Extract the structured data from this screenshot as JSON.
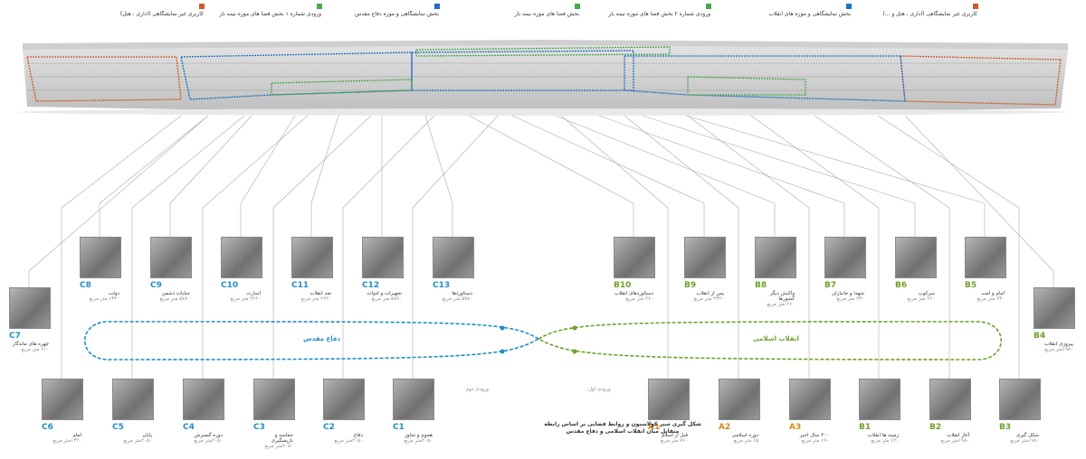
{
  "legend": [
    {
      "text": "کاربری غیر نمایشگاهی (اداری ، هتل)",
      "color": "#d0582a"
    },
    {
      "text": "ورودی شماره ۱ بخش فضا های موزه نیمه باز",
      "color": "#4aa84a"
    },
    {
      "text": "بخش نمایشگاهی و موزه دفاع مقدس",
      "color": "#1f6fc4"
    },
    {
      "text": "بخش فضا های موزه نیمه باز",
      "color": "#4aa84a"
    },
    {
      "text": "ورودی شماره ۲ بخش فضا های موزه نیمه باز",
      "color": "#4aa84a"
    },
    {
      "text": "بخش نمایشگاهی و موزه های انقلاب",
      "color": "#1f6fc4"
    },
    {
      "text": "کاربری غیر نمایشگاهی (اداری ، هتل و ...)",
      "color": "#d0582a"
    }
  ],
  "top_row": [
    {
      "code": "C8",
      "title": "دولت",
      "area": "۱۳۲۰ متر مربع"
    },
    {
      "code": "C9",
      "title": "جنایات دشمن",
      "area": "۵۷۸۰ متر مربع"
    },
    {
      "code": "C10",
      "title": "اسارت",
      "area": "۲۲۶۰ متر مربع"
    },
    {
      "code": "C11",
      "title": "ضد انقلاب",
      "area": "۲۶۲۰ متر مربع"
    },
    {
      "code": "C12",
      "title": "تجهیزات و ادوات",
      "area": "۵۷۸۰ متر مربع"
    },
    {
      "code": "C13",
      "title": "دستاوردها",
      "area": "۵۷۸۰ متر مربع"
    },
    {
      "code": "B10",
      "title": "دستاوردهای انقلاب",
      "area": "۲۶۰ متر مربع"
    },
    {
      "code": "B9",
      "title": "پس از انقلاب",
      "area": "۲۳۲۰ متر مربع"
    },
    {
      "code": "B8",
      "title": "واکنش دیگر کشورها",
      "area": "۲۶۰ متر مربع"
    },
    {
      "code": "B7",
      "title": "شهدا و جانبازان",
      "area": "۲۳۰ متر مربع"
    },
    {
      "code": "B6",
      "title": "سرکوب",
      "area": "۲۶۰ متر مربع"
    },
    {
      "code": "B5",
      "title": "امام و امت",
      "area": "۲۳۰ متر مربع"
    }
  ],
  "side_left": {
    "code": "C7",
    "title": "چهره های ماندگار",
    "area": "۶۱۰ متر مربع"
  },
  "side_right": {
    "code": "B4",
    "title": "پیروزی انقلاب",
    "area": "۱۹۸۰متر مربع"
  },
  "bottom_row": [
    {
      "code": "C6",
      "title": "امام",
      "area": "۱۳۲۰متر مربع"
    },
    {
      "code": "C5",
      "title": "پایان",
      "area": "۲۰۵۰متر مربع"
    },
    {
      "code": "C4",
      "title": "دوره گسترش",
      "area": "۲۰۵۰متر مربع"
    },
    {
      "code": "C3",
      "title": "حماسه و بازپسگیری",
      "area": "۲۰۵۰متر مربع"
    },
    {
      "code": "C2",
      "title": "دفاع",
      "area": "۲۰۵۰متر مربع"
    },
    {
      "code": "C1",
      "title": "هجوم و تجاوز",
      "area": "۲۰۵۰متر مربع"
    },
    {
      "code": "A1",
      "title": "قبل از اسلام",
      "area": "۷۶۰ متر مربع"
    },
    {
      "code": "A2",
      "title": "دوره اسلامی",
      "area": "۱۵ متر مربع"
    },
    {
      "code": "A3",
      "title": "۲۰۰ سال اخیر",
      "area": "۱۹۰ متر مربع"
    },
    {
      "code": "B1",
      "title": "زمینه ها انقلاب",
      "area": "۶۲۰ متر مربع"
    },
    {
      "code": "B2",
      "title": "آغاز انقلاب",
      "area": "۱۹۸۰متر مربع"
    },
    {
      "code": "B3",
      "title": "شکل گیری",
      "area": "۱۹۸۰متر مربع"
    }
  ],
  "loop": {
    "left_label": "دفاع مقدس",
    "right_label": "انقلاب اسلامی"
  },
  "entries": {
    "second": "ورودی دوم",
    "first": "ورودی اول"
  },
  "caption": "شکل گیری سیر کولاسیون و روابط فضایی بر اساس رابطه متقابل میان انقلاب اسلامی و دفاع مقدس",
  "colors": {
    "blue": "#1f8fc4",
    "green": "#6ea12a",
    "orange": "#d48a18"
  }
}
